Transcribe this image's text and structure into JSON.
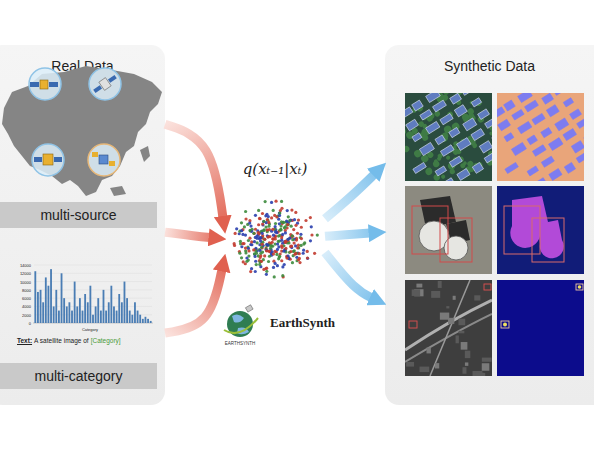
{
  "diagram": {
    "nodes": [
      {
        "text": [
          "Real Data"
        ]
      },
      {
        "text": [
          "multi-source"
        ],
        "in": 0
      },
      {
        "text": [
          "multi-category"
        ],
        "in": 0
      },
      {
        "text": [
          "q(xₜ₋₁|xₜ)"
        ]
      },
      {
        "text": [
          "Synthetic Data"
        ]
      }
    ],
    "edges": [
      {
        "from": 0,
        "to": 3,
        "arrow": "to"
      },
      {
        "from": 0,
        "to": 3,
        "arrow": "to"
      },
      {
        "from": 0,
        "to": 3,
        "arrow": "to"
      },
      {
        "from": 3,
        "to": 4,
        "arrow": "to"
      },
      {
        "from": 3,
        "to": 4,
        "arrow": "to"
      },
      {
        "from": 3,
        "to": 4,
        "arrow": "to"
      }
    ],
    "labels": [
      "EarthSynth",
      "EARTHSYNTH",
      "Text:",
      "A satellite image of",
      "[Category]",
      "14000",
      "12000",
      "10000",
      "8000",
      "6000",
      "4000",
      "2000",
      "0",
      "Category"
    ]
  }
}
